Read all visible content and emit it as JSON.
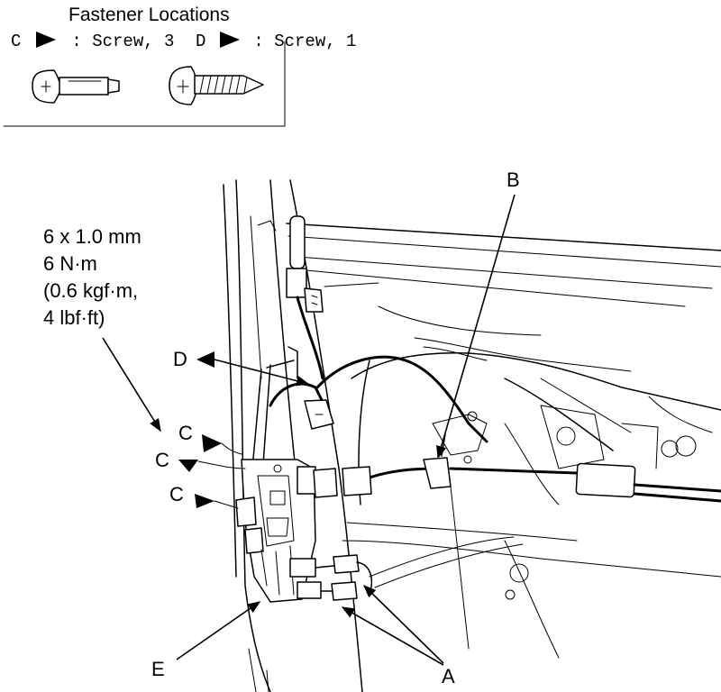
{
  "legend": {
    "title": "Fastener Locations",
    "line": [
      {
        "letter": "C",
        "text": " : Screw, 3"
      },
      {
        "letter": "D",
        "text": " : Screw, 1"
      }
    ]
  },
  "spec": {
    "lines": [
      "6 x 1.0 mm",
      "6 N·m",
      "(0.6 kgf·m,",
      "4 lbf·ft)"
    ]
  },
  "callouts": {
    "A": "A",
    "B": "B",
    "C1": "C",
    "C2": "C",
    "C3": "C",
    "D": "D",
    "E": "E"
  }
}
